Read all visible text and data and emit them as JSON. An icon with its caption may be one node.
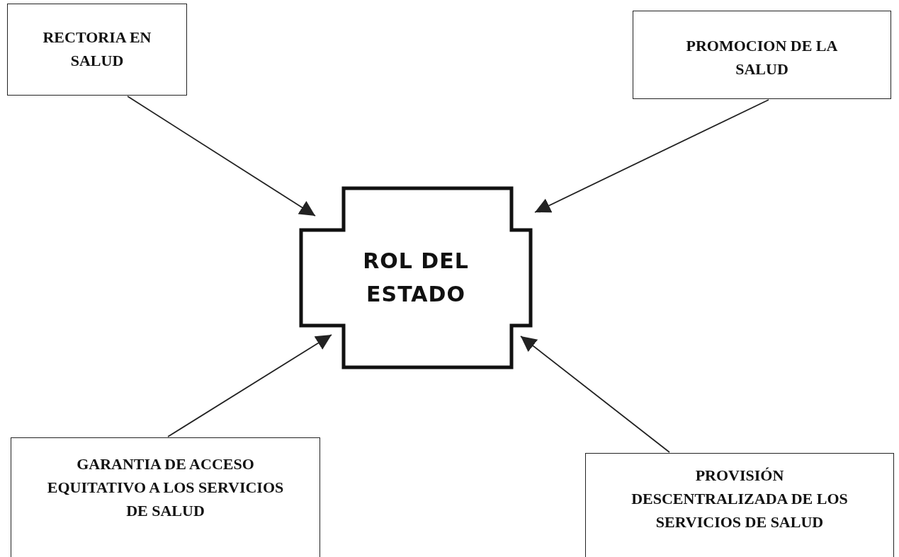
{
  "diagram": {
    "nodes": [
      {
        "text": [
          "RECTORIA EN SALUD"
        ]
      },
      {
        "text": [
          "PROMOCION DE LA SALUD"
        ]
      },
      {
        "text": [
          "ROL DEL ESTADO"
        ]
      },
      {
        "text": [
          "GARANTIA DE ACCESO EQUITATIVO A LOS SERVICIOS DE SALUD"
        ]
      },
      {
        "text": [
          "PROVISIÓN DESCENTRALIZADA DE LOS SERVICIOS DE SALUD"
        ]
      }
    ],
    "edges": [
      {
        "from": 0,
        "to": 2,
        "arrow": "to"
      },
      {
        "from": 1,
        "to": 2,
        "arrow": "to"
      },
      {
        "from": 3,
        "to": 2,
        "arrow": "to"
      },
      {
        "from": 4,
        "to": 2,
        "arrow": "to"
      }
    ]
  }
}
